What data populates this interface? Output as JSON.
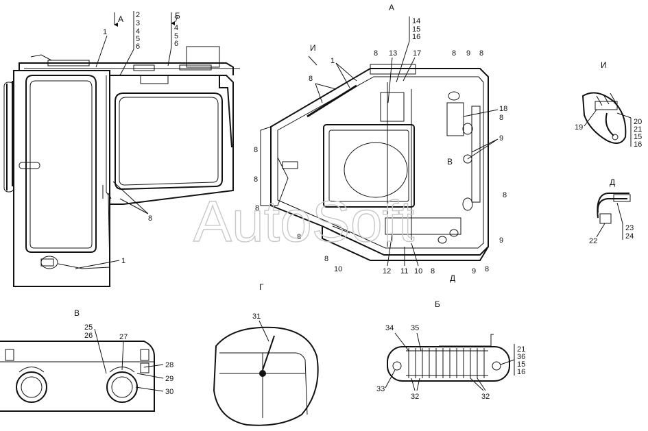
{
  "watermark": "AutoSoft",
  "views": {
    "main_left": {
      "section_a_mark": "А",
      "section_b_mark": "Б",
      "labels": {
        "group_1": [
          "2",
          "3",
          "4",
          "5",
          "6"
        ],
        "group_2": [
          "7",
          "4",
          "5",
          "6"
        ],
        "wire_1_top": "1",
        "wire_1_bottom": "1",
        "clip_8": "8"
      }
    },
    "view_a": {
      "title": "А",
      "stack_14_16": [
        "14",
        "15",
        "16"
      ],
      "view_i_mark": "И",
      "callout_1": "1",
      "callout_13": "13",
      "callout_17": "17",
      "callout_18": "18",
      "callout_9_top": "9",
      "callout_9_mid": "9",
      "callout_9_low": "9",
      "callout_9_bottom": "9",
      "clip_8": "8",
      "view_v_mark": "В",
      "view_d_mark": "Д",
      "callout_10": "10",
      "callout_11": "11",
      "callout_12": "12"
    },
    "view_i": {
      "title": "И",
      "callout_19": "19",
      "stack": [
        "20",
        "21",
        "15",
        "16"
      ]
    },
    "view_d": {
      "title": "Д",
      "callout_22": "22",
      "stack": [
        "23",
        "24"
      ]
    },
    "view_v": {
      "title": "В",
      "stack_25_26": [
        "25",
        "26"
      ],
      "callout_27": "27",
      "callout_28": "28",
      "callout_29": "29",
      "callout_30": "30"
    },
    "view_g": {
      "title": "Г",
      "callout_31": "31"
    },
    "view_b": {
      "title": "Б",
      "callout_34": "34",
      "callout_35": "35",
      "callout_33": "33",
      "callout_32": "32",
      "stack": [
        "21",
        "36",
        "15",
        "16"
      ]
    }
  }
}
